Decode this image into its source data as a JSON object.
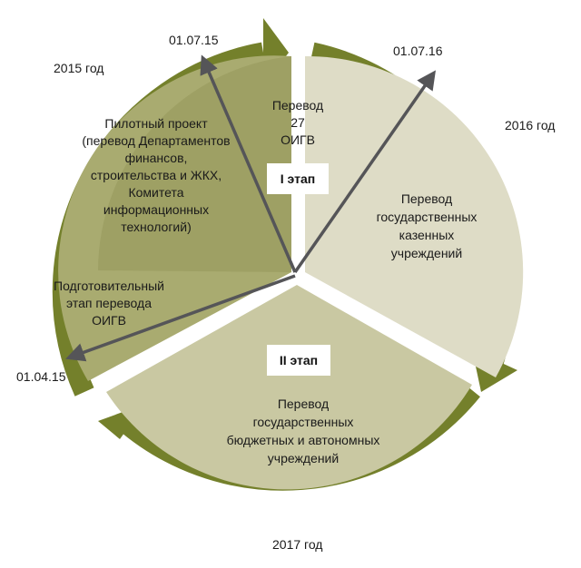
{
  "labels": {
    "year_2015": "2015 год",
    "year_2016": "2016 год",
    "year_2017": "2017 год",
    "date_0107_15": "01.07.15",
    "date_0107_16": "01.07.16",
    "date_0104_15": "01.04.15"
  },
  "stages": {
    "stage1": "I этап",
    "stage2": "II этап"
  },
  "sectors": {
    "transfer_27": [
      "Перевод",
      "27",
      "ОИГВ"
    ],
    "pilot": [
      "Пилотный проект",
      "(перевод Департаментов",
      "финансов,",
      "строительства и ЖКХ,",
      "Комитета",
      "информационных",
      "технологий)"
    ],
    "preparatory": [
      "Подготовительный",
      "этап перевода",
      "ОИГВ"
    ],
    "state_institutions": [
      "Перевод",
      "государственных",
      "казенных",
      "учреждений"
    ],
    "budget_autonomous": [
      "Перевод",
      "государственных",
      "бюджетных и автономных",
      "учреждений"
    ]
  },
  "colors": {
    "ring": "#74802b",
    "sector_dark": "#a9ab70",
    "sector_light": "#dedcc6",
    "sector_bottom": "#c9c8a2",
    "arrow": "#555558",
    "stage_box": "#ffffff"
  }
}
